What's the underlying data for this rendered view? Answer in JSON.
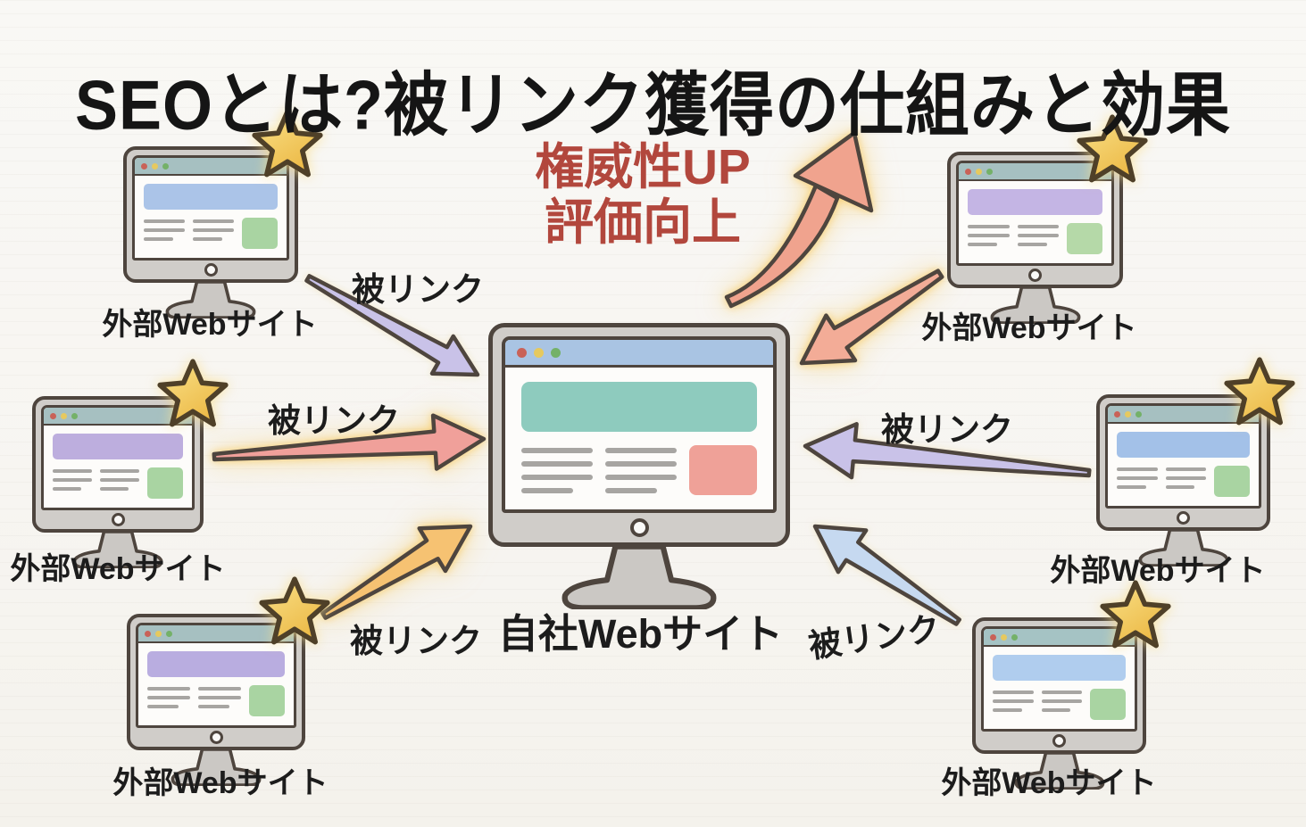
{
  "title": "SEOとは?被リンク獲得の仕組みと効果",
  "effect_label": {
    "line1": "権威性UP",
    "line2": "評価向上"
  },
  "center_site": {
    "label": "自社Webサイト"
  },
  "external_sites": {
    "top_left": {
      "label": "外部Webサイト"
    },
    "top_right": {
      "label": "外部Webサイト"
    },
    "mid_left": {
      "label": "外部Webサイト"
    },
    "mid_right": {
      "label": "外部Webサイト"
    },
    "bottom_left": {
      "label": "外部Webサイト"
    },
    "bottom_right": {
      "label": "外部Webサイト"
    }
  },
  "backlink_labels": {
    "top_left": "被リンク",
    "mid_left": "被リンク",
    "bottom_left": "被リンク",
    "mid_right": "被リンク",
    "bottom_right": "被リンク"
  },
  "monitors": {
    "center": {
      "bar": "#a9c4e3",
      "banner": "#8ecbbe",
      "block": "#efa198"
    },
    "top_left": {
      "bar": "#a6c0c1",
      "banner": "#abc4e8",
      "block": "#a9d4a2"
    },
    "top_right": {
      "bar": "#a6c0c1",
      "banner": "#c4b5e4",
      "block": "#b5d9a8"
    },
    "mid_left": {
      "bar": "#a6c0c1",
      "banner": "#bdaede",
      "block": "#a9d4a2"
    },
    "mid_right": {
      "bar": "#a6c0c1",
      "banner": "#a3c1e8",
      "block": "#a9d4a2"
    },
    "bottom_left": {
      "bar": "#a6c0c1",
      "banner": "#b9ade0",
      "block": "#a9d4a2"
    },
    "bottom_right": {
      "bar": "#a5c3c4",
      "banner": "#b0cdee",
      "block": "#a9d4a2"
    }
  },
  "palette": {
    "title-color": "#151515",
    "label-color": "#1c1c1c",
    "effect-text": "#b2473d",
    "outline": "#4e453e",
    "monitor-bezel": "#d0cdc9",
    "line-gray": "#a7a5a2",
    "arrow-lavender": "#c9c2e8",
    "arrow-red": "#f0a09a",
    "arrow-orange": "#f6c272",
    "arrow-salmon": "#f3ac97",
    "arrow-blue": "#c6d9f0",
    "arrow-big": "#f0a38e",
    "glow": "#f6cd6e",
    "star-fill": "#f2c54f",
    "star-stroke": "#4f4028"
  }
}
